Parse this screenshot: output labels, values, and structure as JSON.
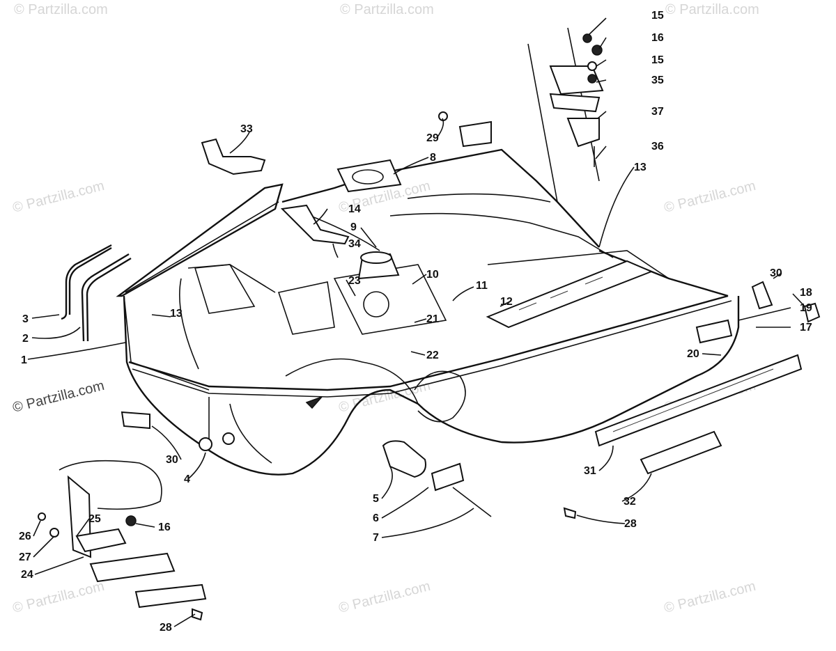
{
  "watermark": {
    "text": "© Partzilla.com"
  },
  "callouts": [
    {
      "id": "c1",
      "label": "1"
    },
    {
      "id": "c2",
      "label": "2"
    },
    {
      "id": "c3",
      "label": "3"
    },
    {
      "id": "c4",
      "label": "4"
    },
    {
      "id": "c5",
      "label": "5"
    },
    {
      "id": "c6",
      "label": "6"
    },
    {
      "id": "c7",
      "label": "7"
    },
    {
      "id": "c8",
      "label": "8"
    },
    {
      "id": "c9",
      "label": "9"
    },
    {
      "id": "c10",
      "label": "10"
    },
    {
      "id": "c11",
      "label": "11"
    },
    {
      "id": "c12",
      "label": "12"
    },
    {
      "id": "c13a",
      "label": "13"
    },
    {
      "id": "c13b",
      "label": "13"
    },
    {
      "id": "c14",
      "label": "14"
    },
    {
      "id": "c15a",
      "label": "15"
    },
    {
      "id": "c15b",
      "label": "15"
    },
    {
      "id": "c16a",
      "label": "16"
    },
    {
      "id": "c16b",
      "label": "16"
    },
    {
      "id": "c17",
      "label": "17"
    },
    {
      "id": "c18",
      "label": "18"
    },
    {
      "id": "c19",
      "label": "19"
    },
    {
      "id": "c20",
      "label": "20"
    },
    {
      "id": "c21",
      "label": "21"
    },
    {
      "id": "c22",
      "label": "22"
    },
    {
      "id": "c23",
      "label": "23"
    },
    {
      "id": "c24",
      "label": "24"
    },
    {
      "id": "c25",
      "label": "25"
    },
    {
      "id": "c26",
      "label": "26"
    },
    {
      "id": "c27",
      "label": "27"
    },
    {
      "id": "c28a",
      "label": "28"
    },
    {
      "id": "c28b",
      "label": "28"
    },
    {
      "id": "c29",
      "label": "29"
    },
    {
      "id": "c30a",
      "label": "30"
    },
    {
      "id": "c30b",
      "label": "30"
    },
    {
      "id": "c31",
      "label": "31"
    },
    {
      "id": "c32",
      "label": "32"
    },
    {
      "id": "c33",
      "label": "33"
    },
    {
      "id": "c34",
      "label": "34"
    },
    {
      "id": "c35",
      "label": "35"
    },
    {
      "id": "c36",
      "label": "36"
    },
    {
      "id": "c37",
      "label": "37"
    }
  ]
}
